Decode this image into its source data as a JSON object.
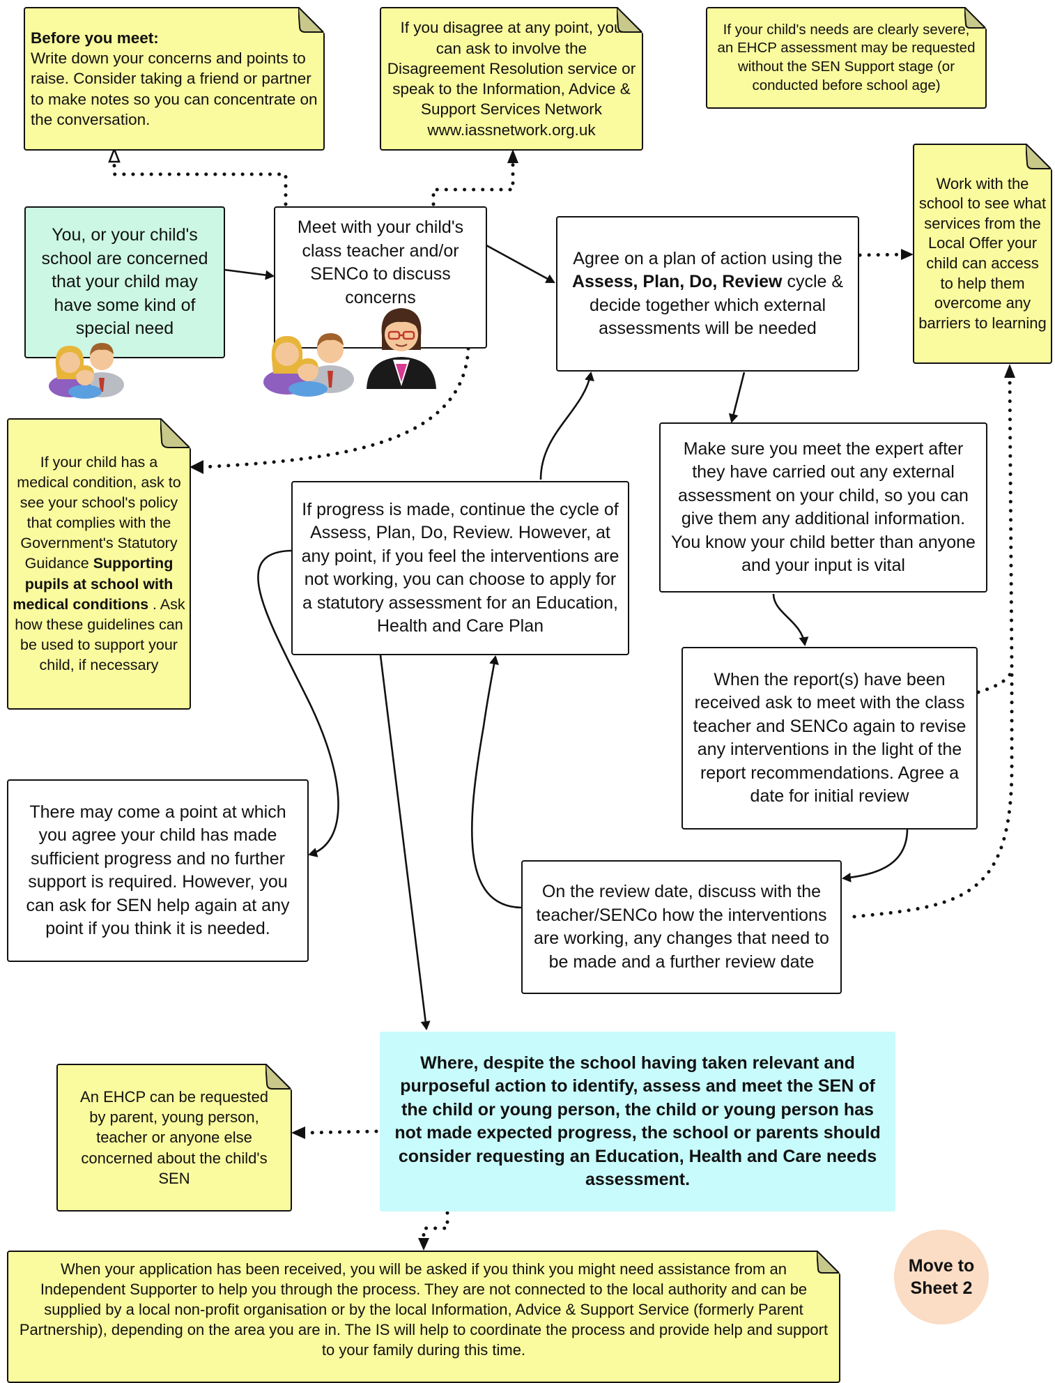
{
  "notes": {
    "before_meet_title": "Before you meet:",
    "before_meet_body": "Write down your concerns and points to raise. Consider taking a friend or partner to make notes so you can concentrate on the conversation.",
    "disagree": "If you disagree at any point, you can ask to involve the Disagreement Resolution service or speak to the Information, Advice & Support Services Network www.iassnetwork.org.uk",
    "ehcp_severe": "If your child's needs are clearly severe, an EHCP assessment may be requested without the SEN Support stage (or conducted before school age)",
    "local_offer": "Work with the school to see what services from the Local Offer your child can access to help them overcome any barriers to learning",
    "medical_pre": "If your child has a medical condition, ask to see your school's policy that complies with the Government's Statutory Guidance",
    "medical_bold": "Supporting pupils at school with medical conditions",
    "medical_post": ". Ask how these guidelines can be used to support your child, if necessary",
    "ehcp_request": "An EHCP can be requested by parent, young person, teacher or anyone else concerned about the child's SEN",
    "independent_supporter": "When your application has been received, you will be asked if you think you might need assistance from an Independent Supporter to help you through the process. They are not connected to the local authority and can be supplied by a local non-profit organisation or by the local Information, Advice & Support Service (formerly Parent Partnership), depending on the area you are in. The IS will help to coordinate the process and provide help and support to your family during this time."
  },
  "steps": {
    "concerned": "You, or your child's school are concerned that your child may have some kind of special need",
    "meet": "Meet with your child's class teacher and/or SENCo to discuss concerns",
    "agree_pre": "Agree on a plan of action using the",
    "agree_bold": "Assess, Plan, Do, Review",
    "agree_post": "cycle & decide together which external assessments will be needed",
    "expert": "Make sure you meet the expert after they have carried out any external assessment on your child, so you can give them any additional information. You know your child better than anyone and your input is vital",
    "reports": "When the report(s) have been received ask to meet with the class teacher and SENCo again to revise any interventions in the light of the report recommendations. Agree a date for initial review",
    "review": "On the review date, discuss with the teacher/SENCo how the interventions are working, any changes that need to be made and a further review date",
    "progress": "If progress is made, continue the cycle of Assess, Plan, Do, Review. However, at any point, if you feel the interventions are not working, you can choose to apply for a statutory assessment for an Education, Health and Care Plan",
    "no_further": "There may come a point at which you agree your child has made sufficient progress and no further support is required. However, you can ask for SEN help again at any point if you think it is needed.",
    "despite": "Where, despite the school having taken relevant and purposeful action to identify, assess and meet the SEN of the child or young person, the child or young person has not made expected progress, the school or parents should consider requesting an Education, Health and Care needs assessment."
  },
  "next_sheet": "Move to Sheet 2",
  "icons": [
    "parents-family-icon",
    "parents-group-icon",
    "teacher-icon"
  ],
  "colors": {
    "note_fill": "#fafa9e",
    "start_fill": "#ccf7e4",
    "highlight_fill": "#c8fbfb",
    "next_fill": "#fbdcc4",
    "line": "#111111"
  }
}
